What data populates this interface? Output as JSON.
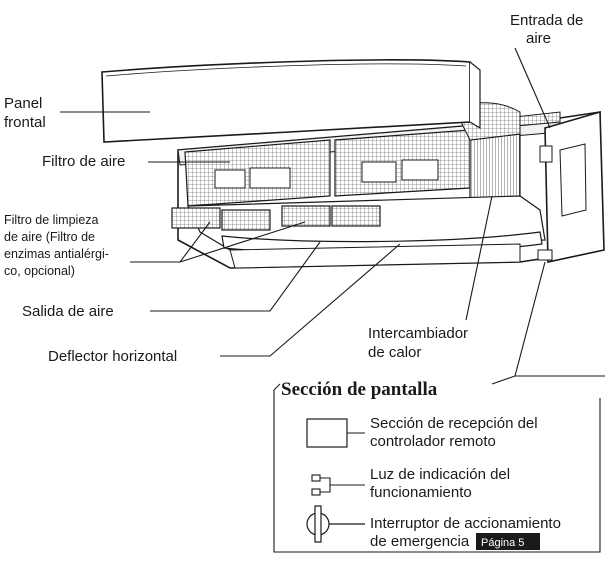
{
  "labels": {
    "air_inlet_line1": "Entrada de",
    "air_inlet_line2": "aire",
    "front_panel_line1": "Panel",
    "front_panel_line2": "frontal",
    "air_filter": "Filtro de aire",
    "cleaning_filter_line1": "Filtro de limpieza",
    "cleaning_filter_line2": "de aire  (Filtro de",
    "cleaning_filter_line3": "enzimas antialérgi-",
    "cleaning_filter_line4": "co, opcional)",
    "air_outlet": "Salida de aire",
    "horizontal_deflector": "Deflector horizontal",
    "heat_exchanger_line1": "Intercambiador",
    "heat_exchanger_line2": "de calor"
  },
  "display_section": {
    "title": "Sección de pantalla",
    "items": [
      {
        "icon": "remote-receiver-window-icon",
        "line1": "Sección de recepción del",
        "line2": "controlador remoto"
      },
      {
        "icon": "indicator-lights-icon",
        "line1": "Luz de indicación del",
        "line2": "funcionamiento"
      },
      {
        "icon": "emergency-switch-icon",
        "line1": "Interruptor de accionamiento",
        "line2": "de emergencia"
      }
    ],
    "page_ref": "Página 5"
  },
  "colors": {
    "ink": "#1a1a1a",
    "ref_badge": "#1a1a1a"
  }
}
